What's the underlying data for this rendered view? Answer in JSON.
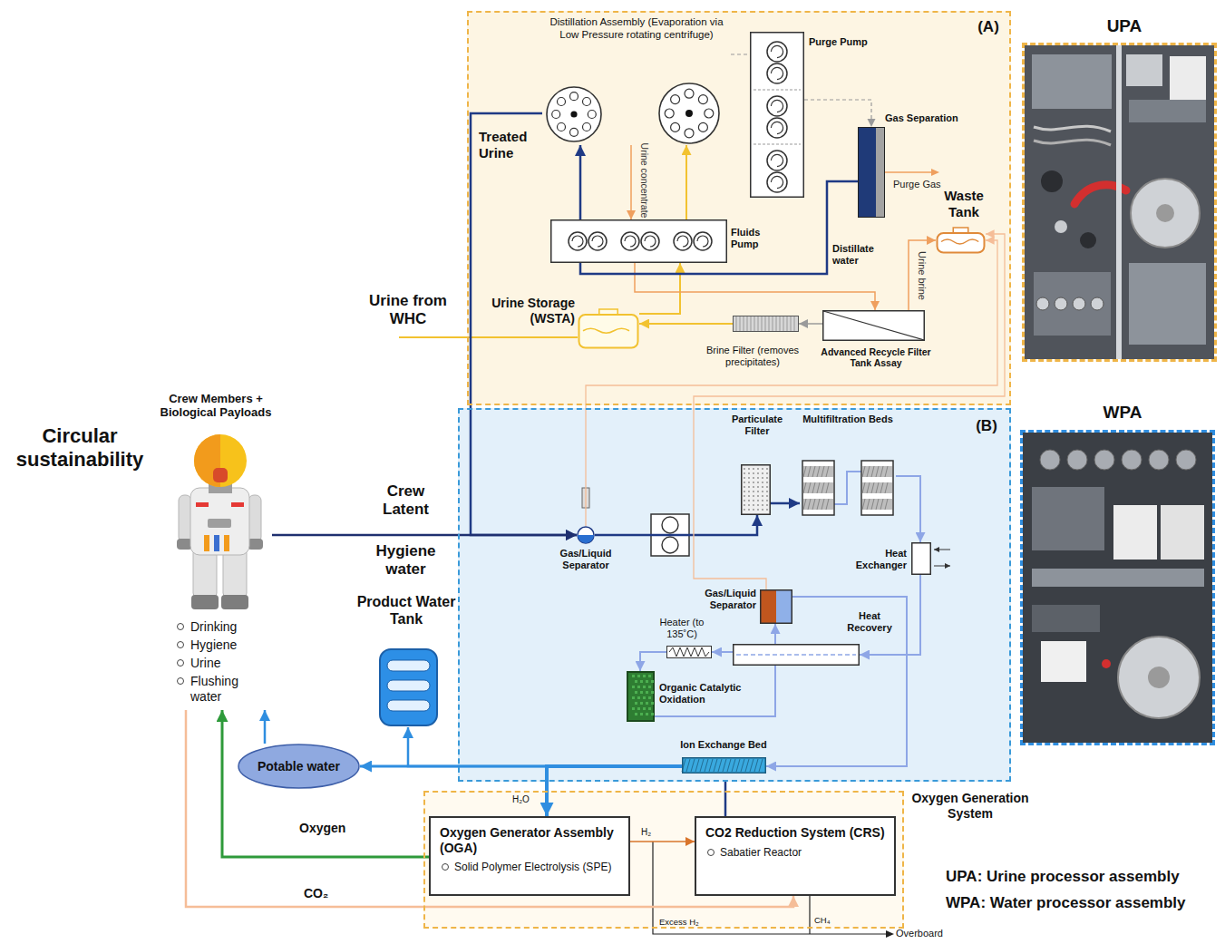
{
  "diagram": {
    "nodes": [
      {
        "text": [
          "(A)"
        ]
      },
      {
        "text": [
          "Distillation Assembly (Evaporation via Low Pressure rotating centrifuge)"
        ],
        "in": 0
      },
      {
        "text": [
          "Purge Pump"
        ],
        "in": 0
      },
      {
        "text": [
          "Gas Separation"
        ],
        "in": 0
      },
      {
        "text": [
          "Fluids Pump"
        ],
        "in": 0
      },
      {
        "text": [
          "Waste Tank"
        ],
        "in": 0
      },
      {
        "text": [
          "Urine Storage (WSTA)"
        ],
        "in": 0
      },
      {
        "text": [
          "Brine Filter (removes precipitates)"
        ],
        "in": 0
      },
      {
        "text": [
          "Advanced Recycle Filter Tank Assay"
        ],
        "in": 0
      },
      {
        "text": [
          "(B)"
        ]
      },
      {
        "text": [
          "Gas/Liquid Separator"
        ],
        "in": 9
      },
      {
        "text": [
          "Particulate Filter"
        ],
        "in": 9
      },
      {
        "text": [
          "Multifiltration Beds"
        ],
        "in": 9
      },
      {
        "text": [
          "Heat Exchanger"
        ],
        "in": 9
      },
      {
        "text": [
          "Gas/Liquid Separator"
        ],
        "in": 9
      },
      {
        "text": [
          "Heat Recovery"
        ],
        "in": 9
      },
      {
        "text": [
          "Heater (to 135˚C)"
        ],
        "in": 9
      },
      {
        "text": [
          "Organic Catalytic Oxidation"
        ],
        "in": 9
      },
      {
        "text": [
          "Ion Exchange Bed"
        ],
        "in": 9
      },
      {
        "text": [
          "Crew Members + Biological Payloads",
          "Drinking",
          "Hygiene",
          "Urine",
          "Flushing water"
        ]
      },
      {
        "text": [
          "Product Water Tank"
        ]
      },
      {
        "text": [
          "Potable water"
        ]
      },
      {
        "text": [
          "Oxygen Generation System"
        ]
      },
      {
        "text": [
          "Oxygen Generator Assembly (OGA)",
          "Solid Polymer Electrolysis (SPE)"
        ],
        "in": 22
      },
      {
        "text": [
          "CO2 Reduction System (CRS)",
          "Sabatier Reactor"
        ],
        "in": 22
      },
      {
        "text": [
          "UPA"
        ]
      },
      {
        "text": [
          "WPA"
        ]
      }
    ],
    "edges": [
      {
        "from": 6,
        "to": 4,
        "arrow": "to"
      },
      {
        "from": 4,
        "to": 1,
        "arrow": "to"
      },
      {
        "from": 1,
        "to": 4,
        "arrow": "to"
      },
      {
        "from": 4,
        "to": 8,
        "arrow": "to"
      },
      {
        "from": 8,
        "to": 7,
        "arrow": "to"
      },
      {
        "from": 7,
        "to": 6,
        "arrow": "to"
      },
      {
        "from": 8,
        "to": 5,
        "arrow": "to"
      },
      {
        "from": 1,
        "to": 2,
        "arrow": "none"
      },
      {
        "from": 2,
        "to": 3,
        "arrow": "to"
      },
      {
        "from": 3,
        "to": 1,
        "arrow": "to"
      },
      {
        "from": 1,
        "to": 10,
        "arrow": "to"
      },
      {
        "from": 19,
        "to": 10,
        "arrow": "to"
      },
      {
        "from": 10,
        "to": 11,
        "arrow": "to"
      },
      {
        "from": 11,
        "to": 12,
        "arrow": "to"
      },
      {
        "from": 12,
        "to": 13,
        "arrow": "to"
      },
      {
        "from": 13,
        "to": 15,
        "arrow": "to"
      },
      {
        "from": 15,
        "to": 16,
        "arrow": "to"
      },
      {
        "from": 16,
        "to": 17,
        "arrow": "to"
      },
      {
        "from": 17,
        "to": 14,
        "arrow": "to"
      },
      {
        "from": 14,
        "to": 18,
        "arrow": "to"
      },
      {
        "from": 18,
        "to": 21,
        "arrow": "to"
      },
      {
        "from": 18,
        "to": 20,
        "arrow": "to"
      },
      {
        "from": 18,
        "to": 23,
        "arrow": "to"
      },
      {
        "from": 21,
        "to": 19,
        "arrow": "to"
      },
      {
        "from": 23,
        "to": 19,
        "arrow": "to"
      },
      {
        "from": 19,
        "to": 24,
        "arrow": "to"
      },
      {
        "from": 23,
        "to": 24,
        "arrow": "to"
      },
      {
        "from": 9,
        "to": 24,
        "arrow": "none"
      },
      {
        "from": 10,
        "to": 5,
        "arrow": "to"
      },
      {
        "from": 14,
        "to": 5,
        "arrow": "to"
      }
    ],
    "labels": [
      "Treated Urine",
      "Urine concentrate",
      "Purge Gas",
      "Distillate water",
      "Urine brine",
      "Urine from WHC",
      "Circular sustainability",
      "Crew Latent",
      "Hygiene water",
      "H₂O",
      "Oxygen",
      "H₂",
      "CO₂",
      "Excess H₂",
      "CH₄",
      "Overboard",
      "UPA: Urine processor assembly",
      "WPA: Water processor assembly"
    ]
  }
}
